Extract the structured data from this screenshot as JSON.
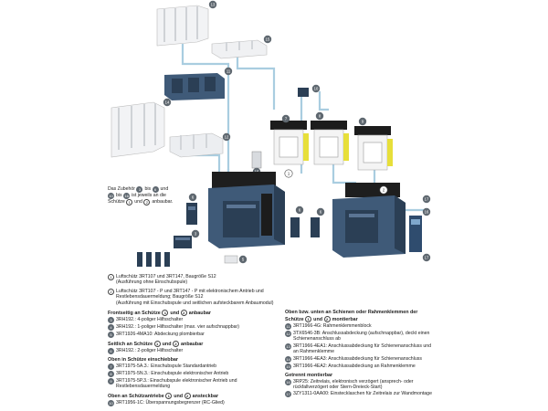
{
  "note": {
    "line1": "Das Zubehör",
    "and1": "bis",
    "line2b": "und",
    "line3": "ist jeweils an die",
    "line4": "Schütze",
    "and2": "und",
    "line4b": "anbaubar."
  },
  "callouts": [
    "1",
    "2",
    "3",
    "4",
    "5",
    "6",
    "7",
    "8",
    "9",
    "10",
    "11",
    "12",
    "13",
    "14",
    "15",
    "16",
    "17",
    "18"
  ],
  "products": [
    {
      "num": "1",
      "text": "Luftschütz 3RT107 und 3RT147, Baugröße S12",
      "text2": "(Ausführung ohne Einschubspule)"
    },
    {
      "num": "2",
      "text": "Luftschütz 3RT107 - P und 3RT147 - P mit elektronischem Antrieb und",
      "text2": "Restlebensdauermeldung; Baugröße S12",
      "text3": "(Ausführung mit Einschubspule und seitlichen aufsteckbarem Anbaumodul)"
    }
  ],
  "left_sections": [
    {
      "title": "Frontseitig an Schütze",
      "title_and": "und",
      "title_end": "anbaubar",
      "items": [
        {
          "num": "3",
          "text": "3RH192.: 4-poliger Hilfsschalter"
        },
        {
          "num": "4",
          "text": "3RH192.: 1-poliger Hilfsschalter (max. vier aufschnappbar)"
        },
        {
          "num": "5",
          "text": "3RT1926-4MA10: Abdeckung plombierbar"
        }
      ]
    },
    {
      "title": "Seitlich an Schütze",
      "title_and": "und",
      "title_end": "anbaubar",
      "items": [
        {
          "num": "6",
          "text": "3RH192.: 2-poliger Hilfsschalter"
        }
      ]
    },
    {
      "title": "Oben in Schütze einschiebbar",
      "title_and": "",
      "title_end": "",
      "items": [
        {
          "num": "7",
          "text": "3RT1975-5A.3.: Einschubspule Standardantrieb"
        },
        {
          "num": "8",
          "text": "3RT1975-5N.3.: Einschubspule elektronischer Antrieb"
        },
        {
          "num": "9",
          "text": "3RT1975-5P.3.: Einschubspule elektronischer Antrieb und",
          "text2": "Restlebensdauermeldung"
        }
      ]
    },
    {
      "title": "Oben an Schützantriebe",
      "title_and": "und",
      "title_end": "ansteckbar",
      "items": [
        {
          "num": "10",
          "text": "3RT1956-1C: Überspannungsbegrenzer (RC-Glied)"
        }
      ]
    }
  ],
  "right_sections": [
    {
      "title": "Oben bzw. unten an Schienen oder Rahmenklemmen der",
      "title2": "Schütze",
      "title_and": "und",
      "title_end": "montierbar",
      "items": [
        {
          "num": "11",
          "text": "3RT1966-4G: Rahmenklemmenblock"
        },
        {
          "num": "12",
          "text": "3TX6546-3B: Anschlussabdeckung (aufschnappbar), deckt einen",
          "text2": "Schienenanschluss ab"
        },
        {
          "num": "13",
          "text": "3RT1966-4EA1: Anschlussabdeckung für Schienenanschluss und",
          "text2": "an Rahmenklemme"
        },
        {
          "num": "14",
          "text": "3RT1966-4EA3: Anschlussabdeckung für Schienenanschluss"
        },
        {
          "num": "15",
          "text": "3RT1966-4EA2: Anschlussabdeckung an Rahmenklemme"
        }
      ]
    },
    {
      "title": "Getrennt montierbar",
      "title2": "",
      "title_and": "",
      "title_end": "",
      "items": [
        {
          "num": "16",
          "text": "3RP25: Zeitrelais, elektronisch verzögert (ansprech- oder",
          "text2": "rückfallverzögert oder Stern-Dreieck-Start)"
        },
        {
          "num": "17",
          "text": "3ZY1311-0AA00: Einstecklaschen für Zeitrelais zur Wandmontage"
        }
      ]
    }
  ],
  "colors": {
    "contactor": "#3f5a78",
    "contactor_dark": "#2b3f55",
    "cover": "#e9ebee",
    "coil_yellow": "#e7df3a",
    "line": "#9fc4d8"
  }
}
